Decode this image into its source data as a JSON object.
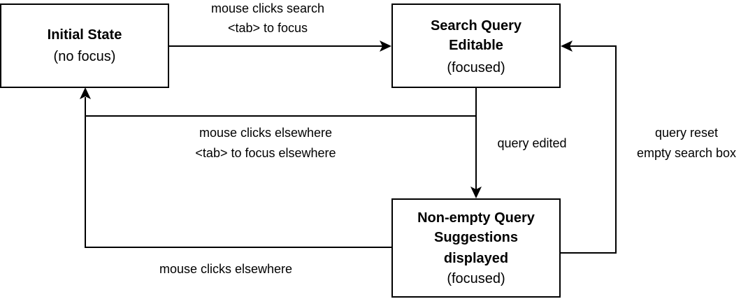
{
  "nodes": {
    "initial": {
      "title": "Initial State",
      "subtitle": "(no focus)"
    },
    "editable": {
      "title_line1": "Search Query",
      "title_line2": "Editable",
      "subtitle": "(focused)"
    },
    "suggestions": {
      "title_line1": "Non-empty Query",
      "title_line2": "Suggestions",
      "title_line3": "displayed",
      "subtitle": "(focused)"
    }
  },
  "edges": {
    "initial_to_editable": {
      "line1": "mouse clicks search",
      "line2": "<tab> to focus"
    },
    "editable_to_initial": {
      "line1": "mouse clicks elsewhere",
      "line2": "<tab> to focus elsewhere"
    },
    "editable_to_suggestions": {
      "line1": "query edited"
    },
    "suggestions_to_editable": {
      "line1": "query reset",
      "line2": "empty search box"
    },
    "suggestions_to_initial": {
      "line1": "mouse clicks elsewhere"
    }
  }
}
